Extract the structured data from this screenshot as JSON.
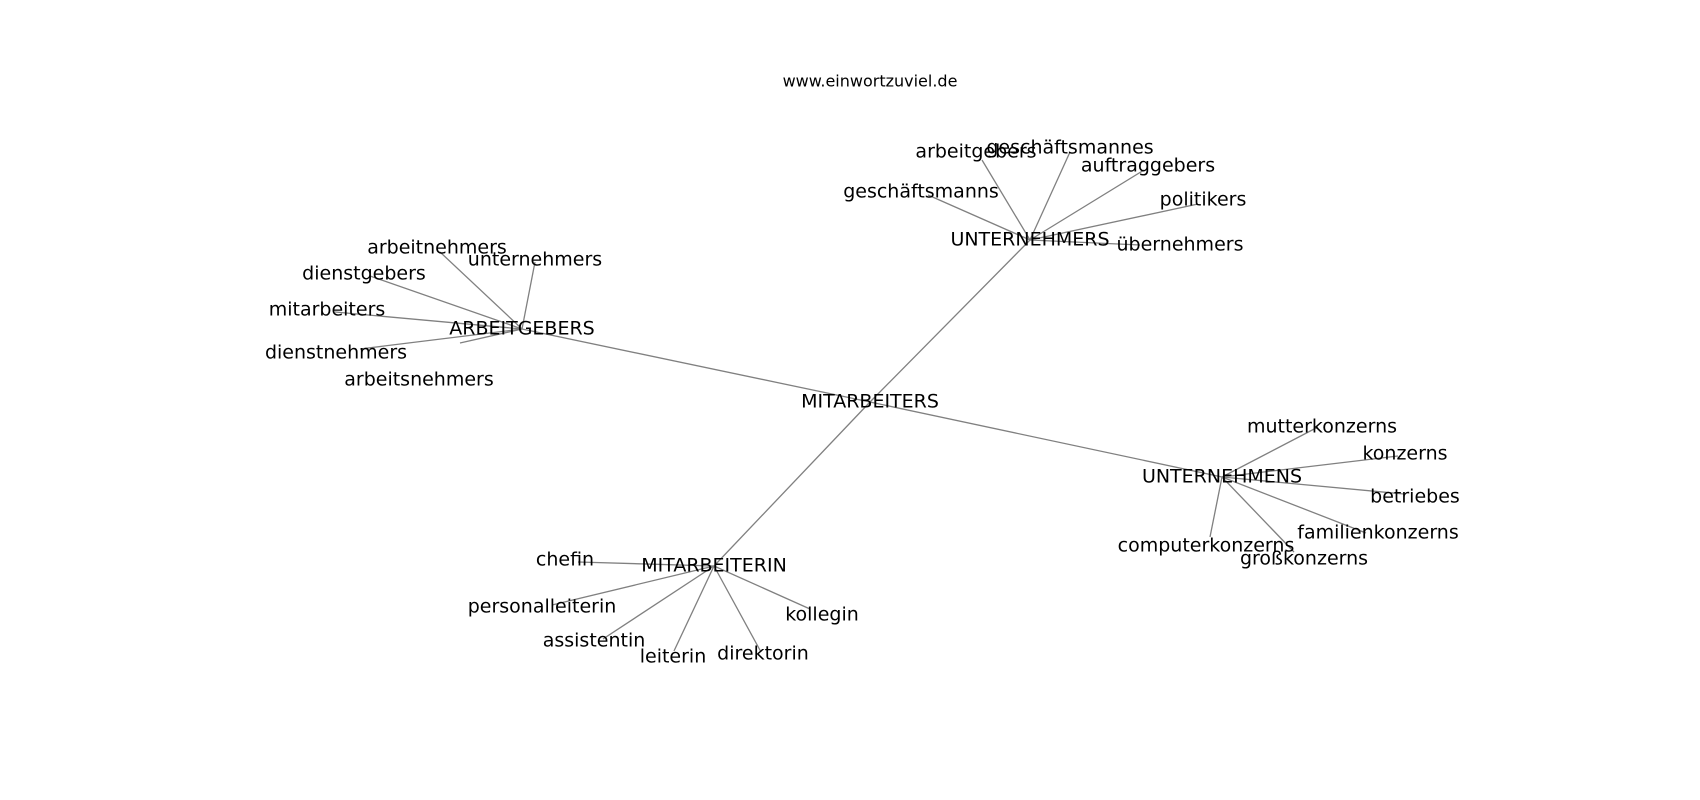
{
  "header": {
    "source": "www.einwortzuviel.de"
  },
  "colors": {
    "edge": "#808080",
    "text": "#000000",
    "background": "#ffffff"
  },
  "graph": {
    "center": "MITARBEITERS",
    "hubs": [
      {
        "label": "ARBEITGEBERS",
        "leaves": [
          "arbeitnehmers",
          "unternehmers",
          "dienstgebers",
          "mitarbeiters",
          "dienstnehmers",
          "arbeitsnehmers"
        ]
      },
      {
        "label": "UNTERNEHMERS",
        "leaves": [
          "arbeitgebers",
          "geschäftsmannes",
          "auftraggebers",
          "geschäftsmanns",
          "politikers",
          "übernehmers"
        ]
      },
      {
        "label": "UNTERNEHMENS",
        "leaves": [
          "mutterkonzerns",
          "konzerns",
          "betriebes",
          "familienkonzerns",
          "computerkonzerns",
          "großkonzerns"
        ]
      },
      {
        "label": "MITARBEITERIN",
        "leaves": [
          "chefin",
          "personalleiterin",
          "assistentin",
          "leiterin",
          "direktorin",
          "kollegin"
        ]
      }
    ]
  }
}
